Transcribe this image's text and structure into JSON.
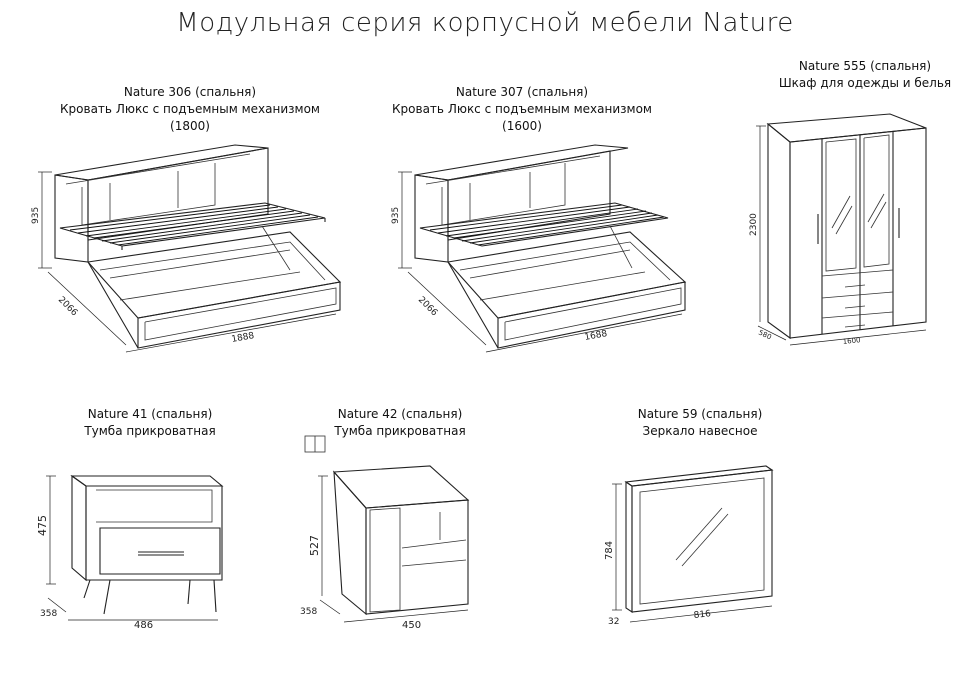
{
  "title": "Модульная серия корпусной мебели Nature",
  "items": [
    {
      "line1": "Nature 306 (спальня)",
      "line2": "Кровать Люкс с подъемным механизмом (1800)",
      "dims": {
        "height": "935",
        "depth": "2066",
        "width": "1888"
      }
    },
    {
      "line1": "Nature 307 (спальня)",
      "line2": "Кровать Люкс с подъемным механизмом (1600)",
      "dims": {
        "height": "935",
        "depth": "2066",
        "width": "1688"
      }
    },
    {
      "line1": "Nature 555 (спальня)",
      "line2": "Шкаф для одежды и белья",
      "dims": {
        "height": "2300",
        "depth": "580",
        "width": "1600"
      }
    },
    {
      "line1": "Nature 41 (спальня)",
      "line2": "Тумба прикроватная",
      "dims": {
        "height": "475",
        "depth": "358",
        "width": "486"
      }
    },
    {
      "line1": "Nature 42 (спальня)",
      "line2": "Тумба прикроватная",
      "dims": {
        "height": "527",
        "depth": "358",
        "width": "450"
      }
    },
    {
      "line1": "Nature 59 (спальня)",
      "line2": "Зеркало навесное",
      "dims": {
        "height": "784",
        "depth": "32",
        "width": "816"
      }
    }
  ]
}
